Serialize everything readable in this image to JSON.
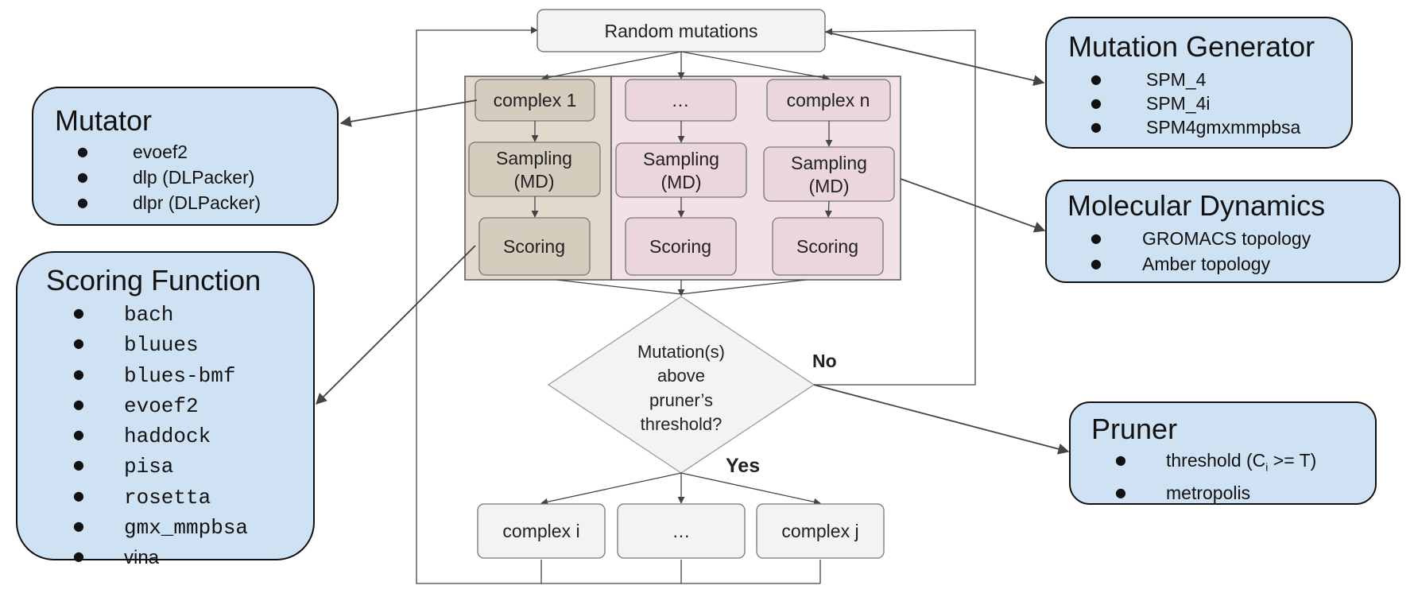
{
  "flow": {
    "random_mutations": "Random mutations",
    "complex_1": "complex 1",
    "complex_ellipsis": "…",
    "complex_n": "complex n",
    "sampling_line1": "Sampling",
    "sampling_line2": "(MD)",
    "scoring": "Scoring",
    "decision_lines": [
      "Mutation(s)",
      "above",
      "pruner’s",
      "threshold?"
    ],
    "no_label": "No",
    "yes_label": "Yes",
    "complex_i": "complex i",
    "complex_out_ellipsis": "…",
    "complex_j": "complex j"
  },
  "colors": {
    "panel_fill": "#cfe2f3",
    "group1_fill": "#e0d9cc",
    "group1_box": "#d5ccbd",
    "group2_fill": "#f2e2e5",
    "group2_box": "#ead6db",
    "node_fill": "#f3f3f3"
  },
  "panels": {
    "mutation_generator": {
      "title": "Mutation Generator",
      "items": [
        "SPM_4",
        "SPM_4i",
        "SPM4gmxmmpbsa"
      ]
    },
    "mutator": {
      "title": "Mutator",
      "items": [
        "evoef2",
        "dlp (DLPacker)",
        "dlpr (DLPacker)"
      ]
    },
    "scoring_function": {
      "title": "Scoring Function",
      "items": [
        "bach",
        "bluues",
        "blues-bmf",
        "evoef2",
        "haddock",
        "pisa",
        "rosetta",
        "gmx_mmpbsa"
      ],
      "last_item": "vina"
    },
    "molecular_dynamics": {
      "title": "Molecular Dynamics",
      "items": [
        "GROMACS topology",
        "Amber topology"
      ]
    },
    "pruner": {
      "title": "Pruner",
      "threshold_prefix": "threshold (C",
      "threshold_sub": "i",
      "threshold_suffix": " >= T)",
      "item2": "metropolis"
    }
  },
  "bullet": "●"
}
